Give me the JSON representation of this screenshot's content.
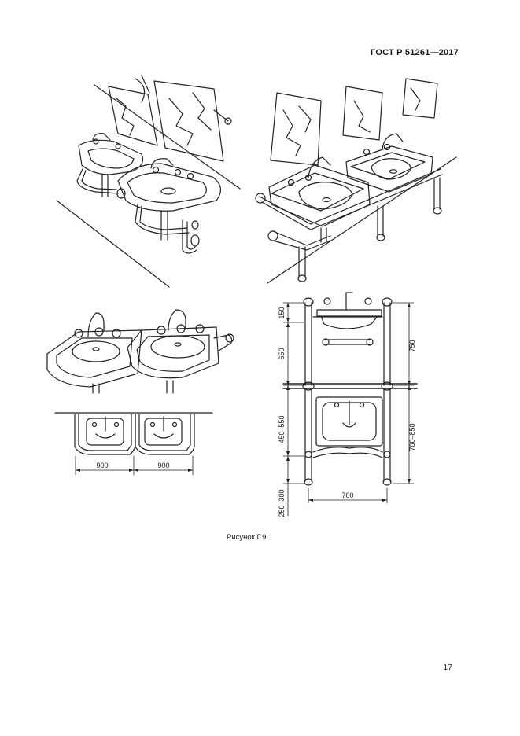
{
  "header": {
    "standard": "ГОСТ Р 51261—2017"
  },
  "figure": {
    "caption": "Рисунок Г.9",
    "dims": {
      "w900a": "900",
      "w900b": "900",
      "h150": "150",
      "h650": "650",
      "h450_550": "450–550",
      "h250_300": "250–300",
      "h750": "750",
      "h700_850": "700–850",
      "w700": "700"
    }
  },
  "footer": {
    "page_number": "17"
  }
}
